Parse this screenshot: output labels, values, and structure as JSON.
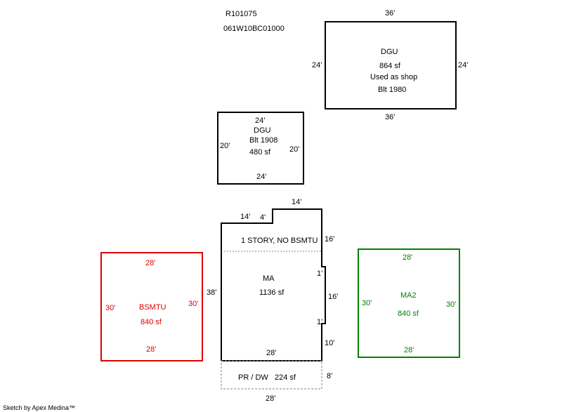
{
  "header": {
    "parcel_id": "R101075",
    "map_taxlot": "061W10BC01000"
  },
  "footer": {
    "credit": "Sketch by Apex Medina™"
  },
  "colors": {
    "line": "#000000",
    "bsmtu": "#e00000",
    "ma2": "#008000",
    "porch_dashed": "#808080"
  },
  "dgu_shop": {
    "name": "DGU",
    "area": "864 sf",
    "use": "Used as shop",
    "built": "Blt 1980",
    "top": "36'",
    "bottom": "36'",
    "left": "24'",
    "right": "24'"
  },
  "dgu_small": {
    "top": "24'",
    "name": "DGU",
    "built": "Blt 1908",
    "area": "480 sf",
    "left": "20'",
    "right": "20'",
    "bottom": "24'"
  },
  "main_house": {
    "top_right": "14'",
    "top_left": "14'",
    "jog": "4'",
    "upper_label": "1 STORY, NO BSMTU",
    "upper_right": "16'",
    "left": "38'",
    "name": "MA",
    "area": "1136 sf",
    "notch_top": "1'",
    "notch_side": "16'",
    "notch_bottom": "1'",
    "lower_right": "10'",
    "bottom_inner": "28'"
  },
  "porch": {
    "label": "PR / DW",
    "area": "224 sf",
    "right": "8'",
    "bottom": "28'"
  },
  "bsmtu": {
    "top": "28'",
    "left": "30'",
    "name": "BSMTU",
    "right": "30'",
    "area": "840 sf",
    "bottom": "28'"
  },
  "ma2": {
    "top": "28'",
    "left": "30'",
    "name": "MA2",
    "area": "840 sf",
    "right": "30'",
    "bottom": "28'"
  }
}
